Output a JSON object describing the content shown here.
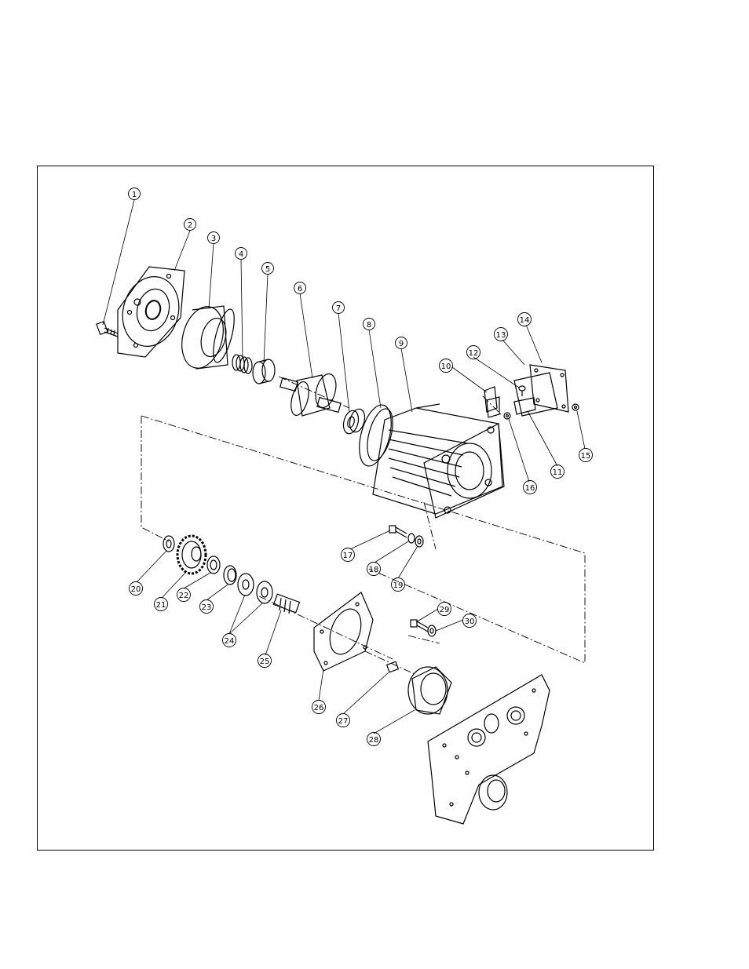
{
  "diagram": {
    "callouts": [
      {
        "id": "c1",
        "label": "1"
      },
      {
        "id": "c2",
        "label": "2"
      },
      {
        "id": "c3",
        "label": "3"
      },
      {
        "id": "c4",
        "label": "4"
      },
      {
        "id": "c5",
        "label": "5"
      },
      {
        "id": "c6",
        "label": "6"
      },
      {
        "id": "c7",
        "label": "7"
      },
      {
        "id": "c8",
        "label": "8"
      },
      {
        "id": "c9",
        "label": "9"
      },
      {
        "id": "c10",
        "label": "10"
      },
      {
        "id": "c11",
        "label": "11"
      },
      {
        "id": "c12",
        "label": "12"
      },
      {
        "id": "c13",
        "label": "13"
      },
      {
        "id": "c14",
        "label": "14"
      },
      {
        "id": "c15",
        "label": "15"
      },
      {
        "id": "c16",
        "label": "16"
      },
      {
        "id": "c17",
        "label": "17"
      },
      {
        "id": "c18",
        "label": "18"
      },
      {
        "id": "c19",
        "label": "19"
      },
      {
        "id": "c20",
        "label": "20"
      },
      {
        "id": "c21",
        "label": "21"
      },
      {
        "id": "c22",
        "label": "22"
      },
      {
        "id": "c23",
        "label": "23"
      },
      {
        "id": "c24",
        "label": "24"
      },
      {
        "id": "c25",
        "label": "25"
      },
      {
        "id": "c26",
        "label": "26"
      },
      {
        "id": "c27",
        "label": "27"
      },
      {
        "id": "c28",
        "label": "28"
      },
      {
        "id": "c29",
        "label": "29"
      },
      {
        "id": "c30",
        "label": "30"
      }
    ],
    "colors": {
      "ink": "#000000",
      "paper": "#ffffff"
    }
  }
}
